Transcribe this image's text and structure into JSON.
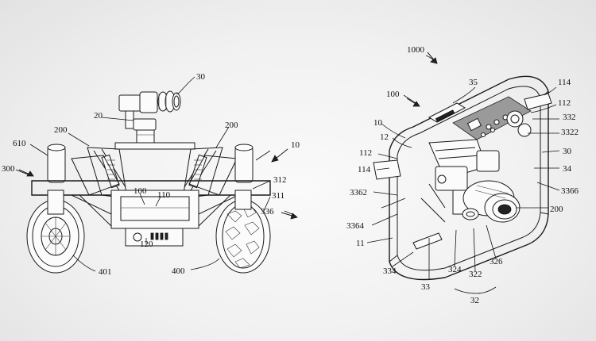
{
  "left_figure": {
    "labels": {
      "camera": "30",
      "gimbal": "20",
      "arm_left": "200",
      "arm_right": "200",
      "motor_left": "610",
      "chassis_side": "300",
      "vehicle": "10",
      "hub": "312",
      "tire": "311",
      "body": "100",
      "port": "110",
      "battery": "120",
      "wheel_left": "401",
      "wheel_right": "400"
    }
  },
  "right_figure": {
    "labels": {
      "assembly": "1000",
      "handle_top": "35",
      "body": "100",
      "grip_right_top": "114",
      "grip_right_mid": "112",
      "part_332": "332",
      "part_3322": "3322",
      "frame_right": "30",
      "frame_side": "34",
      "part_3366": "3366",
      "motor_200": "200",
      "vehicle": "10",
      "part_12": "12",
      "grip_left_mid": "112",
      "grip_left_low": "114",
      "part_3362": "3362",
      "group_336": "336",
      "part_3364": "3364",
      "part_11": "11",
      "part_334": "334",
      "part_33": "33",
      "part_324": "324",
      "part_322": "322",
      "part_326": "326",
      "group_32": "32"
    }
  }
}
